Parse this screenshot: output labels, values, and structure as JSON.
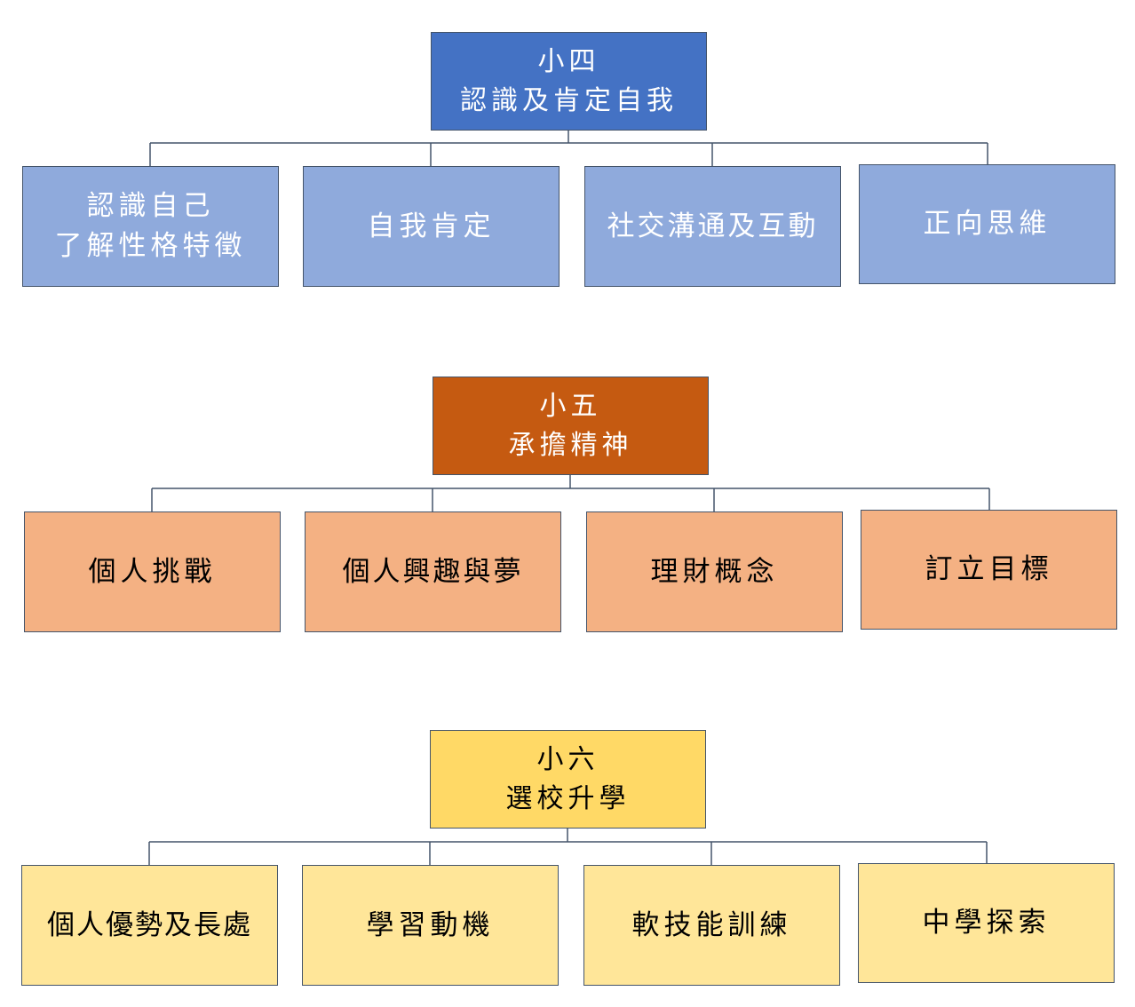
{
  "tiers": [
    {
      "head": {
        "line1": "小四",
        "line2": "認識及肯定自我"
      },
      "children": [
        {
          "line1": "認識自己",
          "line2": "了解性格特徵"
        },
        {
          "line1": "自我肯定"
        },
        {
          "line1": "社交溝通及互動"
        },
        {
          "line1": "正向思維"
        }
      ]
    },
    {
      "head": {
        "line1": "小五",
        "line2": "承擔精神"
      },
      "children": [
        {
          "line1": "個人挑戰"
        },
        {
          "line1": "個人興趣與夢"
        },
        {
          "line1": "理財概念"
        },
        {
          "line1": "訂立目標"
        }
      ]
    },
    {
      "head": {
        "line1": "小六",
        "line2": "選校升學"
      },
      "children": [
        {
          "line1": "個人優勢及長處"
        },
        {
          "line1": "學習動機"
        },
        {
          "line1": "軟技能訓練"
        },
        {
          "line1": "中學探索"
        }
      ]
    }
  ],
  "colors": {
    "tier1_head": "#4472c4",
    "tier1_child": "#8faadc",
    "tier2_head": "#c55a11",
    "tier2_child": "#f4b183",
    "tier3_head": "#ffd966",
    "tier3_child": "#ffe699",
    "border": "#44546a"
  }
}
